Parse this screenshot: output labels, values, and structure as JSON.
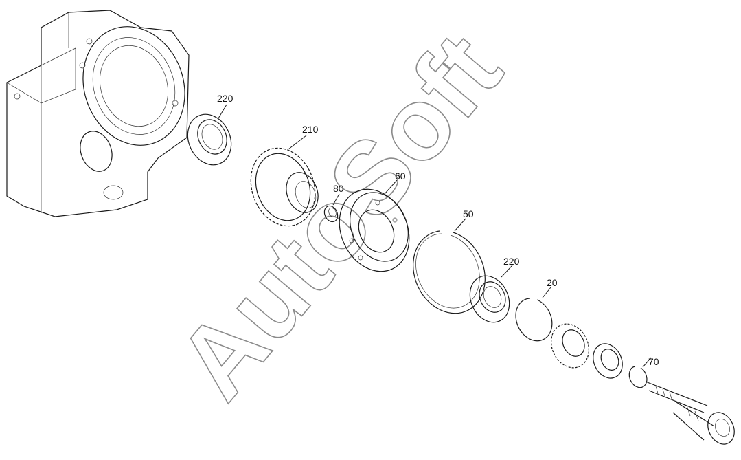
{
  "labels": {
    "p220a": "220",
    "p210": "210",
    "p80": "80",
    "p60": "60",
    "p50": "50",
    "p220b": "220",
    "p20": "20",
    "p70": "70"
  },
  "watermark": "AutoSoft",
  "colors": {
    "line": "#1a1a1a",
    "watermark": "#8a8a8a",
    "background": "#ffffff"
  }
}
